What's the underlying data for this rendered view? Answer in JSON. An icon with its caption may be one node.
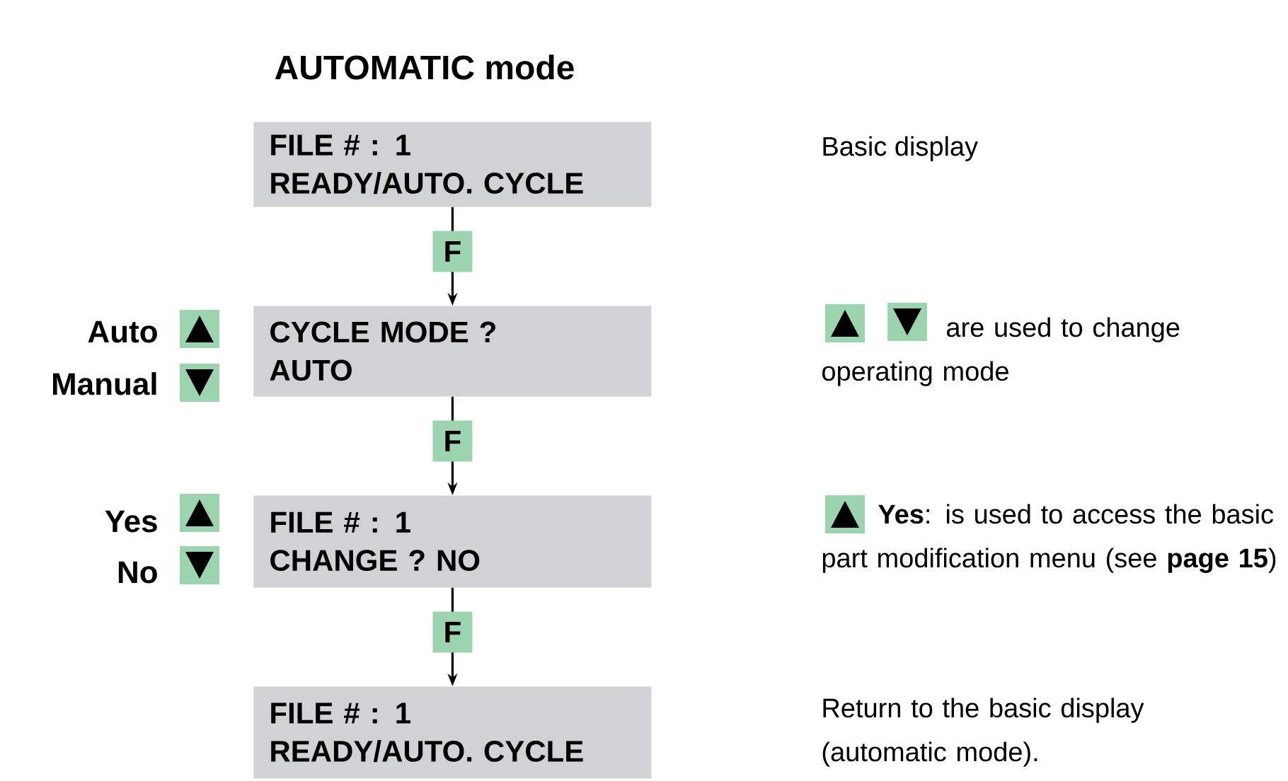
{
  "diagram": {
    "title": "AUTOMATIC mode",
    "nodes": [
      {
        "text": [
          "FILE # : 1",
          "READY/AUTO. CYCLE"
        ]
      },
      {
        "text": [
          "CYCLE MODE ?",
          "AUTO"
        ]
      },
      {
        "text": [
          "FILE # : 1",
          "CHANGE ? NO"
        ]
      },
      {
        "text": [
          "FILE # : 1",
          "READY/AUTO. CYCLE"
        ]
      }
    ],
    "edges": [
      {
        "from": 0,
        "to": 1,
        "arrow": "to",
        "label": "F"
      },
      {
        "from": 1,
        "to": 2,
        "arrow": "to",
        "label": "F"
      },
      {
        "from": 2,
        "to": 3,
        "arrow": "to",
        "label": "F"
      }
    ],
    "labels": [
      "Basic display",
      "Auto",
      "Manual",
      "are used to change operating mode",
      "Yes",
      "No",
      "**Yes**: is used to access the basic part modification menu (see **page 15**)",
      "Return to the basic display (automatic mode)."
    ]
  }
}
